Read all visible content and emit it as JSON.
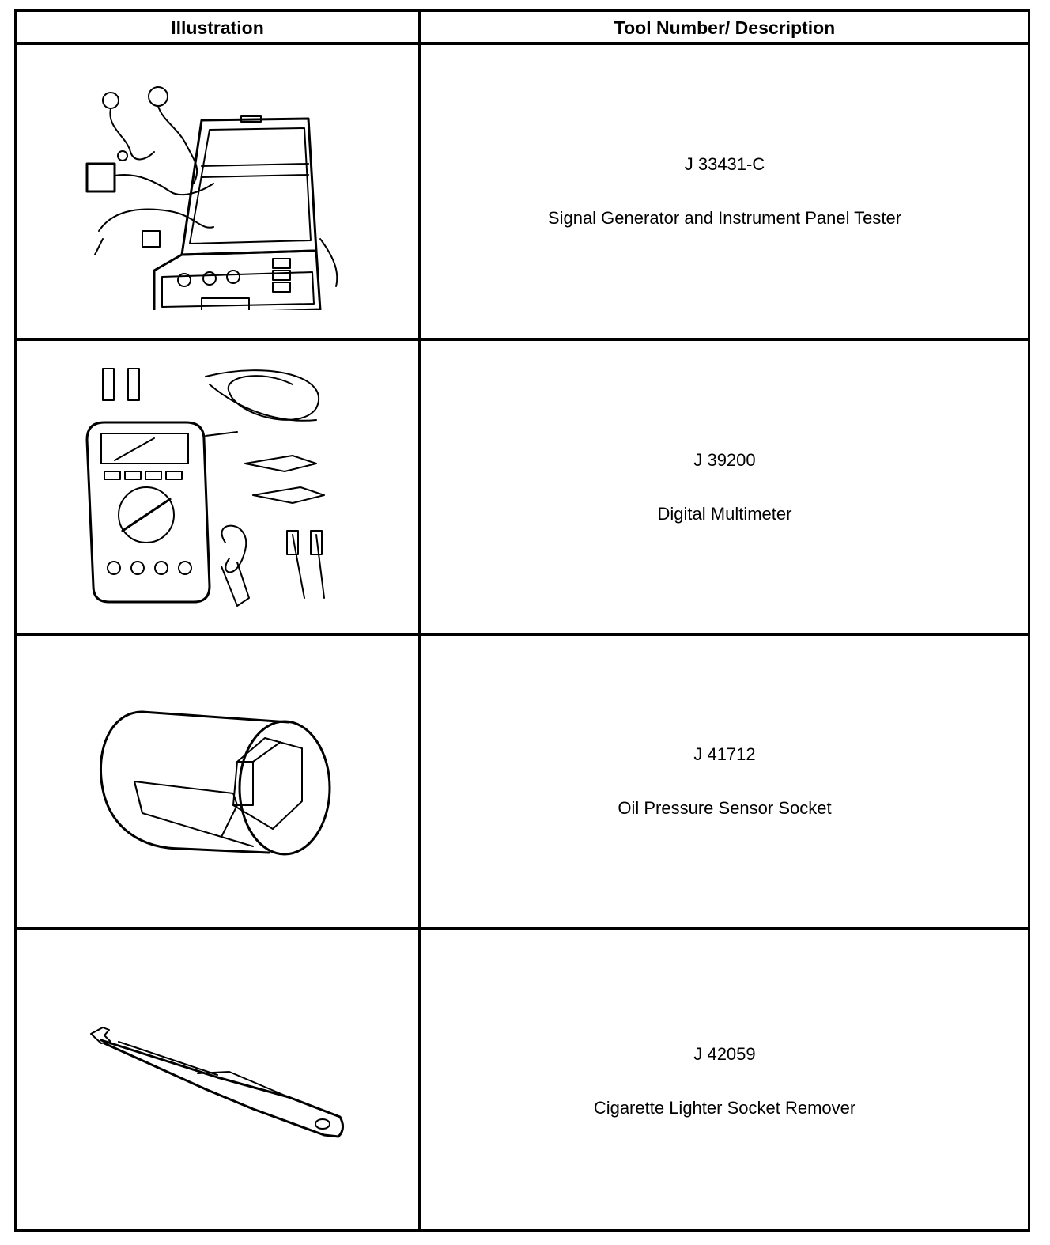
{
  "table": {
    "headers": {
      "illustration": "Illustration",
      "tool": "Tool Number/ Description"
    },
    "rows": [
      {
        "number": "J 33431-C",
        "description": "Signal Generator and Instrument Panel Tester",
        "illustration": "signal-generator-kit"
      },
      {
        "number": "J 39200",
        "description": "Digital Multimeter",
        "illustration": "digital-multimeter"
      },
      {
        "number": "J 41712",
        "description": "Oil Pressure Sensor Socket",
        "illustration": "hex-socket"
      },
      {
        "number": "J 42059",
        "description": "Cigarette Lighter Socket Remover",
        "illustration": "socket-remover-tool"
      }
    ]
  }
}
